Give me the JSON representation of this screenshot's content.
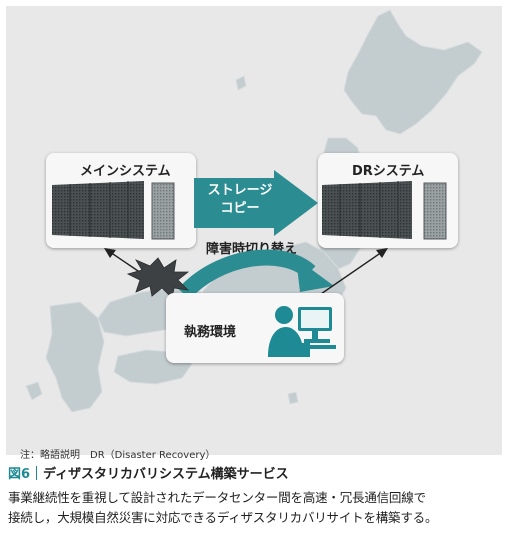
{
  "main_system": {
    "title": "メインシステム"
  },
  "dr_system": {
    "title": "DRシステム"
  },
  "storage_copy": {
    "line1": "ストレージ",
    "line2": "コピー"
  },
  "failover": {
    "label": "障害時切り替え"
  },
  "office": {
    "title": "執務環境"
  },
  "note": {
    "text": "注：略語説明　DR（Disaster Recovery）"
  },
  "caption": {
    "figure": "図6",
    "title": "ディザスタリカバリシステム構築サービス",
    "body_line1": "事業継続性を重視して設計されたデータセンター間を高速・冗長通信回線で",
    "body_line2": "接続し，大規模自然災害に対応できるディザスタリカバリサイトを構築する。"
  },
  "colors": {
    "accent": "#1d8a94",
    "arrow_teal": "#2b8d92",
    "map_land": "#c3cccf",
    "panel_bg": "#e8e8e8",
    "server_dark": "#3f4446"
  }
}
